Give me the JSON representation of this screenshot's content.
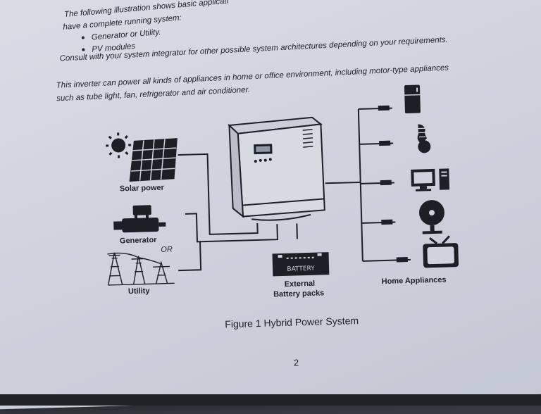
{
  "intro": {
    "line1": "The following illustration shows basic applicati",
    "line2": "have a complete running system:",
    "bullets": [
      "Generator or Utility.",
      "PV modules"
    ],
    "consult": "Consult with your system integrator for other possible system architectures depending on your requirements.",
    "para_line1": "This inverter can power all kinds of appliances in home or office environment, including motor-type appliances",
    "para_line2": "such as tube light, fan, refrigerator and air conditioner."
  },
  "diagram": {
    "solar_label": "Solar power",
    "generator_label": "Generator",
    "or_label": "OR",
    "utility_label": "Utility",
    "battery_text": "BATTERY",
    "battery_label_line1": "External",
    "battery_label_line2": "Battery packs",
    "appliances_label": "Home Appliances"
  },
  "caption": "Figure 1 Hybrid Power System",
  "page_number": "2"
}
